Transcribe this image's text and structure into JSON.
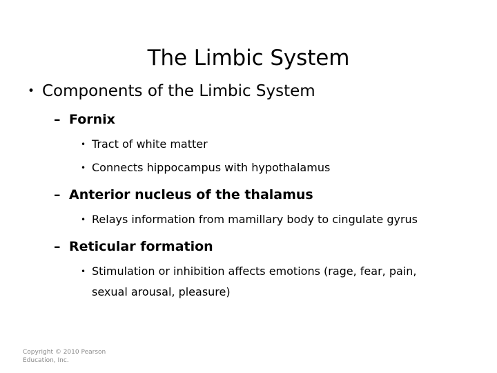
{
  "slide": {
    "title": "The Limbic System",
    "level1": {
      "marker": "•",
      "text": "Components of the Limbic System"
    },
    "sections": [
      {
        "marker": "–",
        "heading": "Fornix",
        "bullet_marker": "•",
        "points": [
          "Tract of white matter",
          "Connects hippocampus with hypothalamus"
        ]
      },
      {
        "marker": "–",
        "heading": "Anterior nucleus of the thalamus",
        "bullet_marker": "•",
        "points": [
          "Relays information from mamillary body to cingulate gyrus"
        ]
      },
      {
        "marker": "–",
        "heading": "Reticular formation",
        "bullet_marker": "•",
        "points": [
          "Stimulation or inhibition affects emotions  (rage, fear, pain, sexual arousal, pleasure)"
        ]
      }
    ],
    "footer": {
      "line1": "Copyright © 2010 Pearson",
      "line2": "Education, Inc."
    },
    "colors": {
      "background": "#ffffff",
      "text": "#000000",
      "footer_text": "#8a8a8a"
    }
  }
}
